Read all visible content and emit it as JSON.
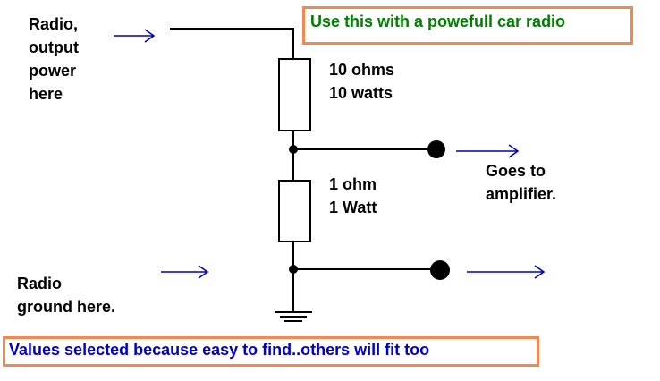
{
  "colors": {
    "wire": "#000000",
    "arrow": "#0000b0",
    "box_border": "#f08a50",
    "top_note_text": "#008000",
    "bottom_note_text": "#0000c8",
    "background": "#ffffff"
  },
  "labels": {
    "radio_output": "Radio,\noutput\npower\nhere",
    "radio_ground": "Radio\nground here.",
    "resistor_top": "10 ohms\n10 watts",
    "resistor_bottom": "1 ohm\n1 Watt",
    "amplifier": "Goes to\namplifier."
  },
  "notes": {
    "top": "Use this with a powefull car radio",
    "bottom": "Values selected because easy to find..others will fit too"
  },
  "icons": {
    "ground": "ground-symbol-icon",
    "arrow": "right-arrow-icon",
    "terminal": "terminal-dot-icon"
  }
}
